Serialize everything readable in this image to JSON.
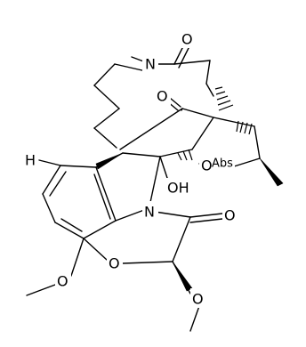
{
  "atoms": {
    "N_amide": "N",
    "O_amide": "O",
    "O_ketone": "O",
    "O_abs_ring": "O",
    "abs_label": "Abs",
    "OH": "OH",
    "H_ar": "H",
    "N_indole": "N",
    "O_lactam": "O",
    "O_oxazine": "O",
    "O_methoxy_ar": "O",
    "O_methoxy_acetal": "O"
  }
}
